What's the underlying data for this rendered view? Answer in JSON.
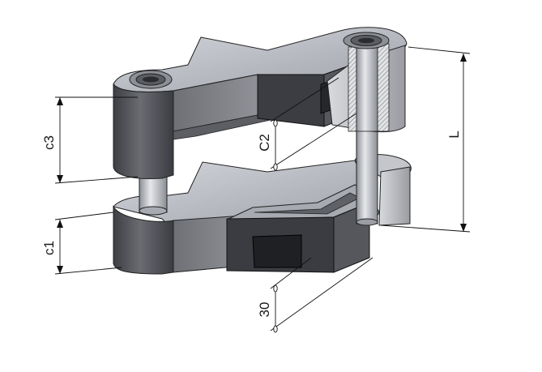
{
  "figure": {
    "dimensions": {
      "c1": "c1",
      "c2": "C2",
      "c3": "c3",
      "thirty": "30",
      "L": "L"
    },
    "colors": {
      "top_face": "#b9bcc3",
      "side_light": "#8e9096",
      "side_dark": "#4a4c52",
      "side_darkest": "#2e3034",
      "pin": "#c9ccd2",
      "line": "#111111"
    }
  }
}
